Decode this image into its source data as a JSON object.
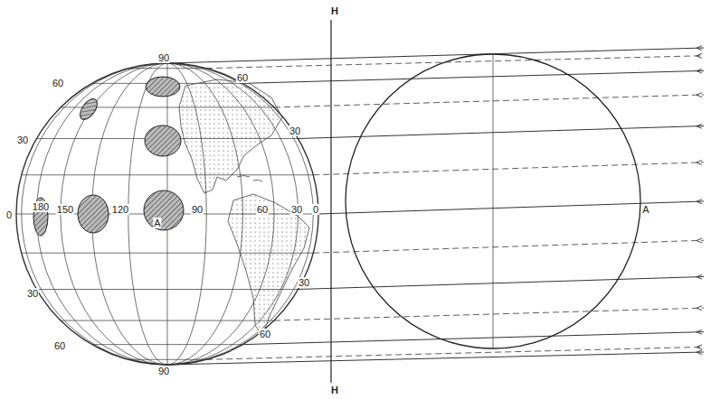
{
  "diagram": {
    "labels": [
      "H",
      "90",
      "60",
      "60",
      "30",
      "30",
      "0",
      "180",
      "150",
      "120",
      "A",
      "90",
      "60",
      "30",
      "0",
      "30",
      "30",
      "60",
      "60",
      "90",
      "A",
      "H"
    ]
  }
}
